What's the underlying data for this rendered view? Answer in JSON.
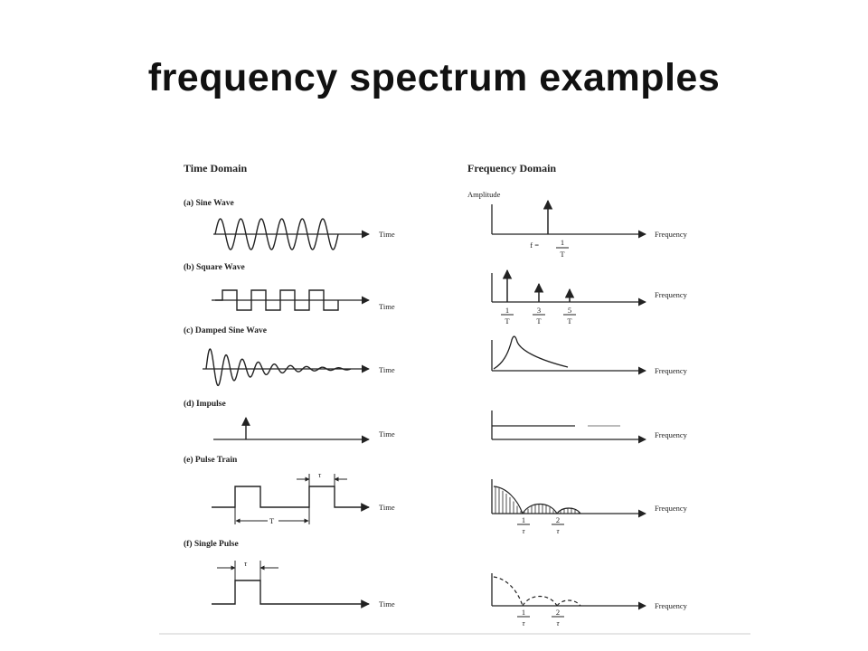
{
  "slide": {
    "title": "frequency spectrum examples"
  },
  "figure": {
    "time_header": "Time Domain",
    "freq_header": "Frequency Domain",
    "amplitude_label": "Amplitude",
    "time_axis_label": "Time",
    "freq_axis_label": "Frequency",
    "panels": [
      {
        "label": "(a) Sine Wave"
      },
      {
        "label": "(b) Square Wave"
      },
      {
        "label": "(c) Damped Sine Wave"
      },
      {
        "label": "(d) Impulse"
      },
      {
        "label": "(e) Pulse Train"
      },
      {
        "label": "(f) Single Pulse"
      }
    ],
    "sine_freq": {
      "prefix": "f =",
      "num": "1",
      "den": "T"
    },
    "square_harmonics": [
      {
        "num": "1",
        "den": "T"
      },
      {
        "num": "3",
        "den": "T"
      },
      {
        "num": "5",
        "den": "T"
      }
    ],
    "pulse_train_ticks": [
      {
        "num": "1",
        "den": "τ"
      },
      {
        "num": "2",
        "den": "τ"
      }
    ],
    "single_pulse_ticks": [
      {
        "num": "1",
        "den": "τ"
      },
      {
        "num": "2",
        "den": "τ"
      }
    ],
    "period_label": "T",
    "width_label": "τ"
  }
}
